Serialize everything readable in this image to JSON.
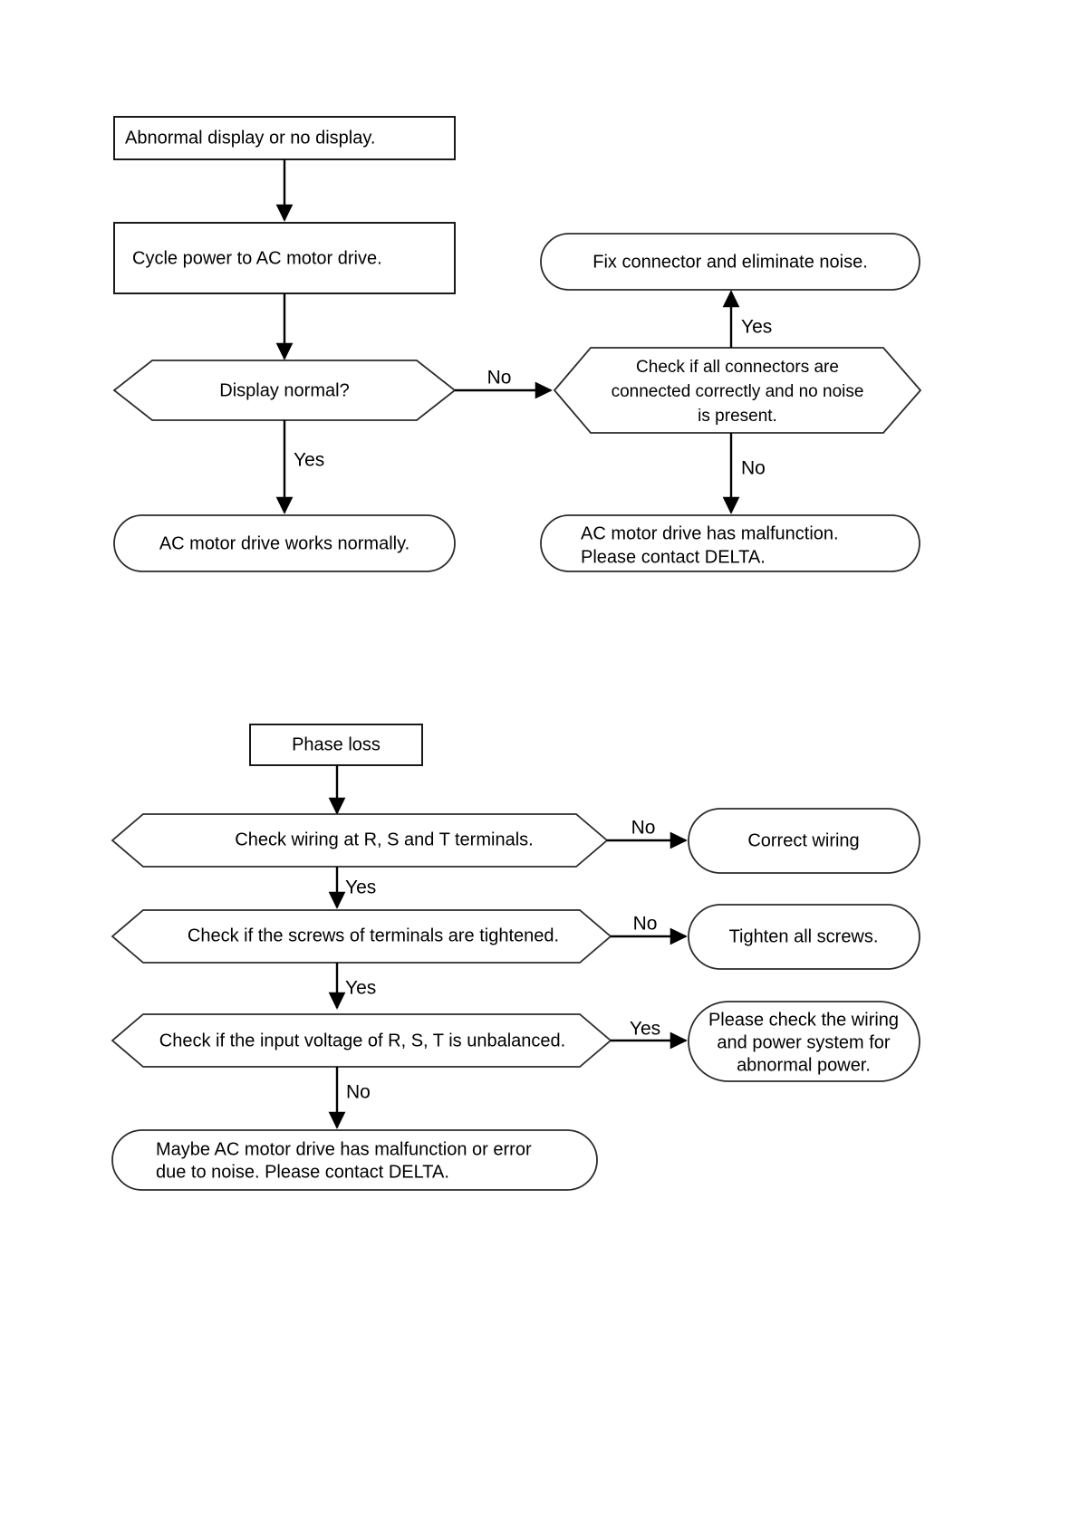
{
  "document": {
    "title": "AC Motor Drive Troubleshooting Flowcharts",
    "background_color": "#ffffff",
    "line_color": "#000000",
    "text_color": "#000000"
  },
  "chart_data": {
    "type": "diagram",
    "diagram_kind": "flowchart",
    "charts": [
      {
        "id": "abnormal-display",
        "nodes": [
          {
            "id": "n1",
            "shape": "rectangle",
            "lines": [
              "Abnormal display or no display."
            ]
          },
          {
            "id": "n2",
            "shape": "rectangle",
            "lines": [
              "Cycle power to AC motor drive."
            ]
          },
          {
            "id": "n3",
            "shape": "hexagon",
            "lines": [
              "Display normal?"
            ]
          },
          {
            "id": "n4",
            "shape": "stadium",
            "lines": [
              "AC motor drive works normally."
            ]
          },
          {
            "id": "n5",
            "shape": "hexagon",
            "lines": [
              "Check if all connectors are",
              "connected correctly and no noise",
              "is present."
            ]
          },
          {
            "id": "n6",
            "shape": "stadium",
            "lines": [
              "Fix connector and eliminate noise."
            ]
          },
          {
            "id": "n7",
            "shape": "stadium",
            "lines": [
              "AC motor drive has malfunction.",
              "Please contact DELTA."
            ]
          }
        ],
        "edges": [
          {
            "from": "n1",
            "to": "n2",
            "label": ""
          },
          {
            "from": "n2",
            "to": "n3",
            "label": ""
          },
          {
            "from": "n3",
            "to": "n4",
            "label": "Yes"
          },
          {
            "from": "n3",
            "to": "n5",
            "label": "No"
          },
          {
            "from": "n5",
            "to": "n6",
            "label": "Yes"
          },
          {
            "from": "n5",
            "to": "n7",
            "label": "No"
          }
        ]
      },
      {
        "id": "phase-loss",
        "nodes": [
          {
            "id": "p1",
            "shape": "rectangle",
            "lines": [
              "Phase loss"
            ]
          },
          {
            "id": "p2",
            "shape": "hexagon",
            "lines": [
              "Check wiring at R, S and T terminals."
            ]
          },
          {
            "id": "p3",
            "shape": "stadium",
            "lines": [
              "Correct wiring"
            ]
          },
          {
            "id": "p4",
            "shape": "hexagon",
            "lines": [
              "Check if the screws of terminals are tightened."
            ]
          },
          {
            "id": "p5",
            "shape": "stadium",
            "lines": [
              "Tighten all screws."
            ]
          },
          {
            "id": "p6",
            "shape": "hexagon",
            "lines": [
              "Check if the input voltage of R, S, T is unbalanced."
            ]
          },
          {
            "id": "p7",
            "shape": "stadium",
            "lines": [
              "Please check the wiring",
              "and power system for",
              "abnormal power."
            ]
          },
          {
            "id": "p8",
            "shape": "stadium",
            "lines": [
              "Maybe AC motor drive has malfunction or error",
              "due to noise. Please contact DELTA."
            ]
          }
        ],
        "edges": [
          {
            "from": "p1",
            "to": "p2",
            "label": ""
          },
          {
            "from": "p2",
            "to": "p3",
            "label": "No"
          },
          {
            "from": "p2",
            "to": "p4",
            "label": "Yes"
          },
          {
            "from": "p4",
            "to": "p5",
            "label": "No"
          },
          {
            "from": "p4",
            "to": "p6",
            "label": "Yes"
          },
          {
            "from": "p6",
            "to": "p7",
            "label": "Yes"
          },
          {
            "from": "p6",
            "to": "p8",
            "label": "No"
          }
        ]
      }
    ]
  },
  "chart1": {
    "node_abnormal_display": "Abnormal display or no display.",
    "node_cycle_power": "Cycle power to AC motor drive.",
    "node_display_normal": "Display normal?",
    "node_works_normally": "AC motor drive works normally.",
    "node_check_connectors_l1": "Check if all connectors are",
    "node_check_connectors_l2": "connected correctly and no noise",
    "node_check_connectors_l3": "is present.",
    "node_fix_connector": "Fix connector and eliminate noise.",
    "node_malfunction_l1": "AC motor drive has malfunction.",
    "node_malfunction_l2": "Please contact DELTA.",
    "label_yes_display": "Yes",
    "label_no_display": "No",
    "label_yes_connectors": "Yes",
    "label_no_connectors": "No"
  },
  "chart2": {
    "node_phase_loss": "Phase loss",
    "node_check_wiring": "Check wiring at R, S and T terminals.",
    "node_correct_wiring": "Correct wiring",
    "node_check_screws": "Check if the screws of terminals are tightened.",
    "node_tighten_screws": "Tighten all screws.",
    "node_check_voltage": "Check if the input voltage of R, S, T is unbalanced.",
    "node_check_power_l1": "Please check the wiring",
    "node_check_power_l2": "and power system for",
    "node_check_power_l3": "abnormal power.",
    "node_maybe_malfunction_l1": "Maybe AC motor drive has malfunction or error",
    "node_maybe_malfunction_l2": "due to noise. Please contact DELTA.",
    "label_no_wiring": "No",
    "label_yes_wiring": "Yes",
    "label_no_screws": "No",
    "label_yes_screws": "Yes",
    "label_yes_voltage": "Yes",
    "label_no_voltage": "No"
  }
}
